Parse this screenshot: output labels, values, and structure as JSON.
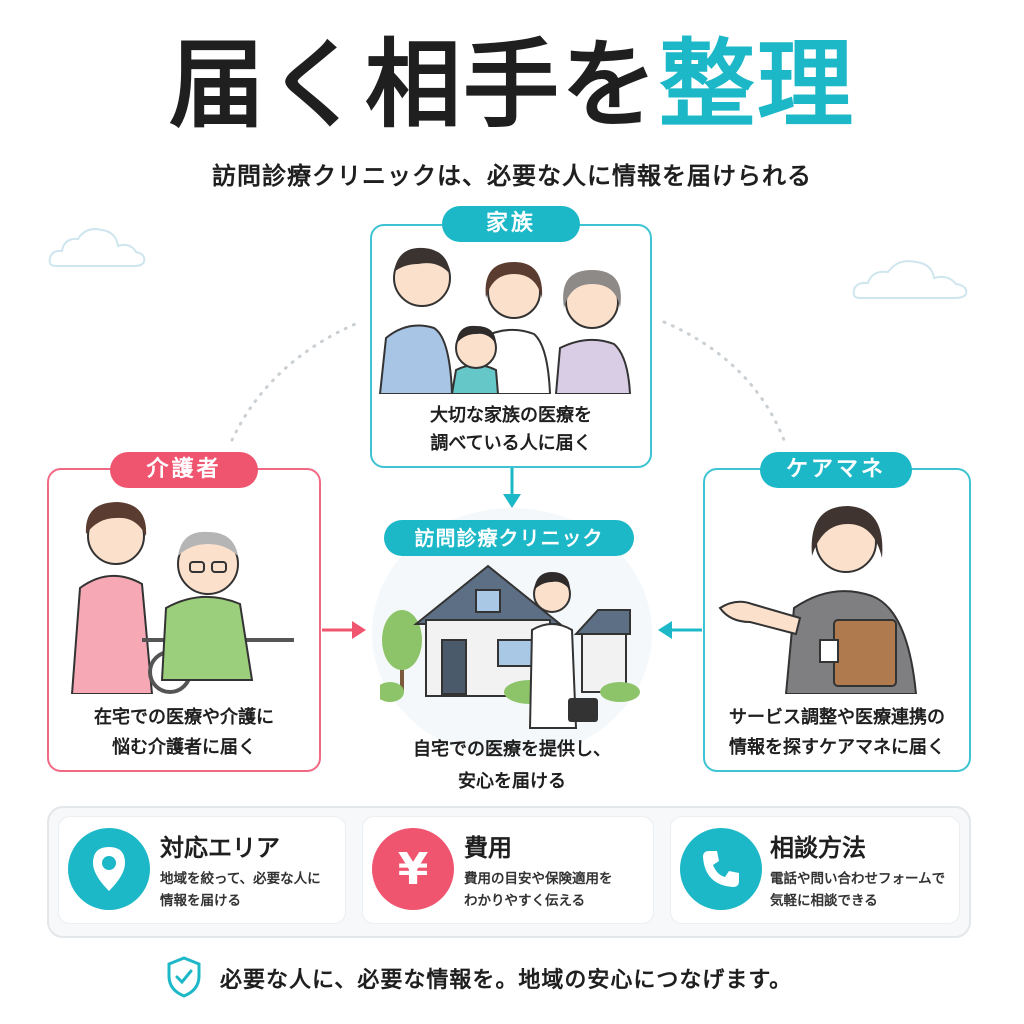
{
  "header": {
    "title_main": "届く相手を",
    "title_accent": "整理",
    "subtitle": "訪問診療クリニックは、必要な人に情報を届けられる"
  },
  "family": {
    "badge": "家族",
    "text_line1": "大切な家族の医療を",
    "text_line2": "調べている人に届く"
  },
  "carer": {
    "badge": "介護者",
    "text_line1": "在宅での医療や介護に",
    "text_line2": "悩む介護者に届く"
  },
  "care_manager": {
    "badge": "ケアマネ",
    "text_line1": "サービス調整や医療連携の",
    "text_line2": "情報を探すケアマネに届く"
  },
  "center": {
    "badge": "訪問診療クリニック",
    "text_line1": "自宅での医療を提供し、",
    "text_line2": "安心を届ける"
  },
  "info": [
    {
      "title": "対応エリア",
      "desc_line1": "地域を絞って、必要な人に",
      "desc_line2": "情報を届ける",
      "icon": "map-pin-icon",
      "icon_color": "#1cb8c8"
    },
    {
      "title": "費用",
      "desc_line1": "費用の目安や保険適用を",
      "desc_line2": "わかりやすく伝える",
      "icon": "yen-icon",
      "icon_glyph": "¥",
      "icon_color": "#f0556f"
    },
    {
      "title": "相談方法",
      "desc_line1": "電話や問い合わせフォームで",
      "desc_line2": "気軽に相談できる",
      "icon": "phone-icon",
      "icon_color": "#1cb8c8"
    }
  ],
  "footer": {
    "text": "必要な人に、必要な情報を。地域の安心につなげます。",
    "icon": "shield-check-icon"
  },
  "colors": {
    "teal": "#1cb8c8",
    "pink": "#f0556f",
    "text": "#1f1f1f"
  }
}
